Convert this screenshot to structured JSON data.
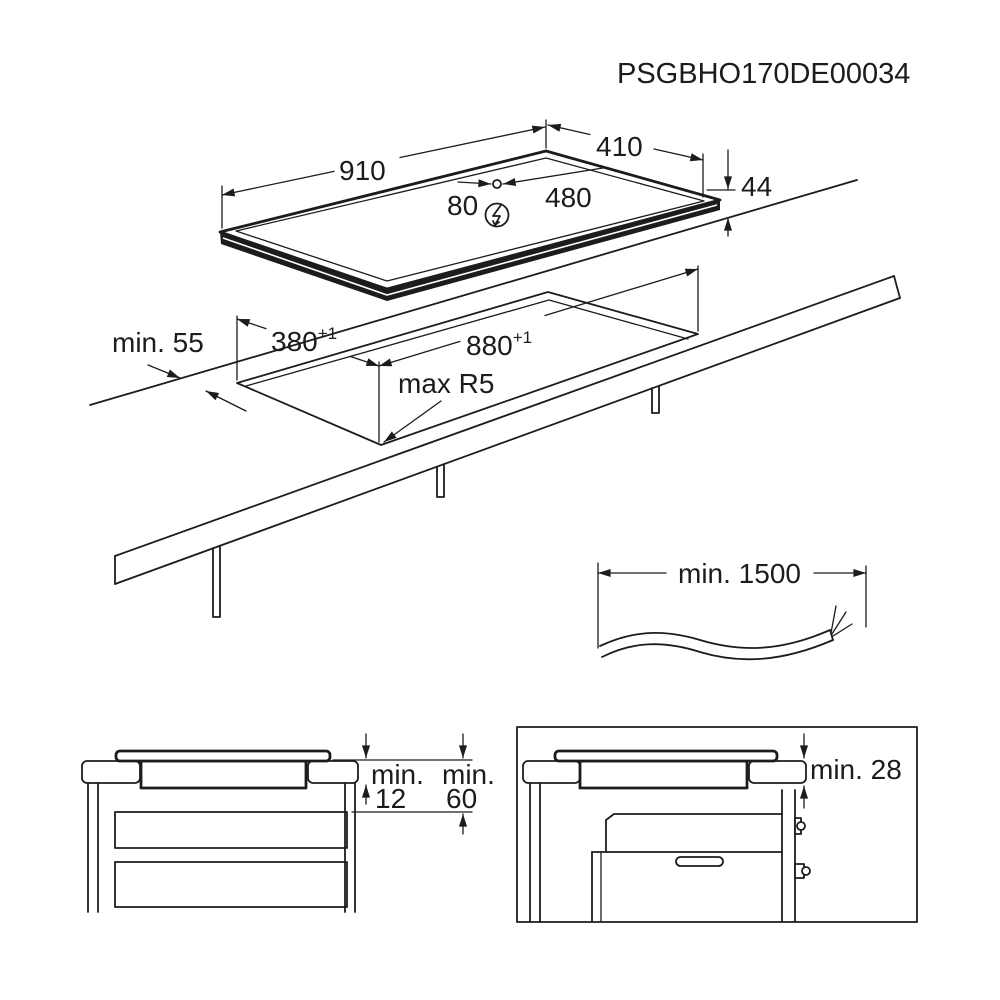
{
  "document_code": "PSGBHO170DE00034",
  "hob_dimensions": {
    "width": "910",
    "depth": "410",
    "height": "44",
    "connection_offset": "80",
    "connection_distance": "480",
    "connection_icon": "lightning-bolt-icon"
  },
  "cutout": {
    "min_back_distance": "min. 55",
    "depth": "380",
    "depth_tolerance": "+1",
    "width": "880",
    "width_tolerance": "+1",
    "corner_radius": "max R5"
  },
  "cable": {
    "min_length": "min. 1500"
  },
  "drawer_installation": {
    "gap_prefix": "min.",
    "gap_value": "12",
    "clearance_prefix": "min.",
    "clearance_value": "60"
  },
  "oven_installation": {
    "gap": "min. 28"
  },
  "colors": {
    "ink": "#1c1c1c",
    "background": "#ffffff"
  }
}
